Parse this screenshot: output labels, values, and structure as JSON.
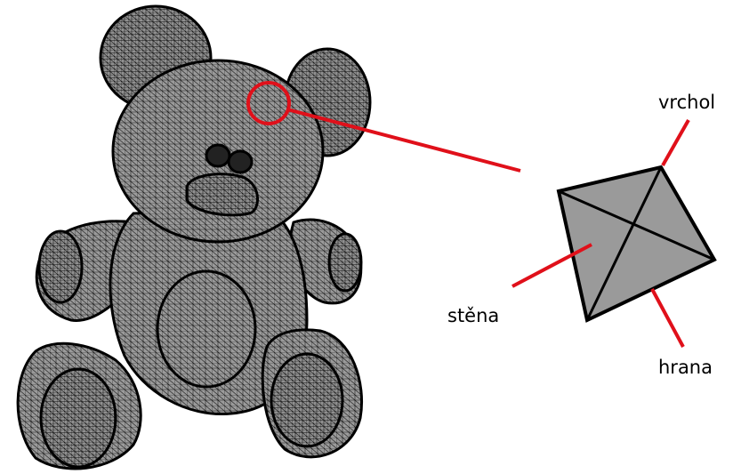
{
  "labels": {
    "vertex": "vrchol",
    "face": "stěna",
    "edge": "hrana"
  },
  "colors": {
    "mesh_fill": "#9a9a9a",
    "mesh_line": "#111111",
    "highlight": "#e0101a",
    "background": "#ffffff"
  }
}
